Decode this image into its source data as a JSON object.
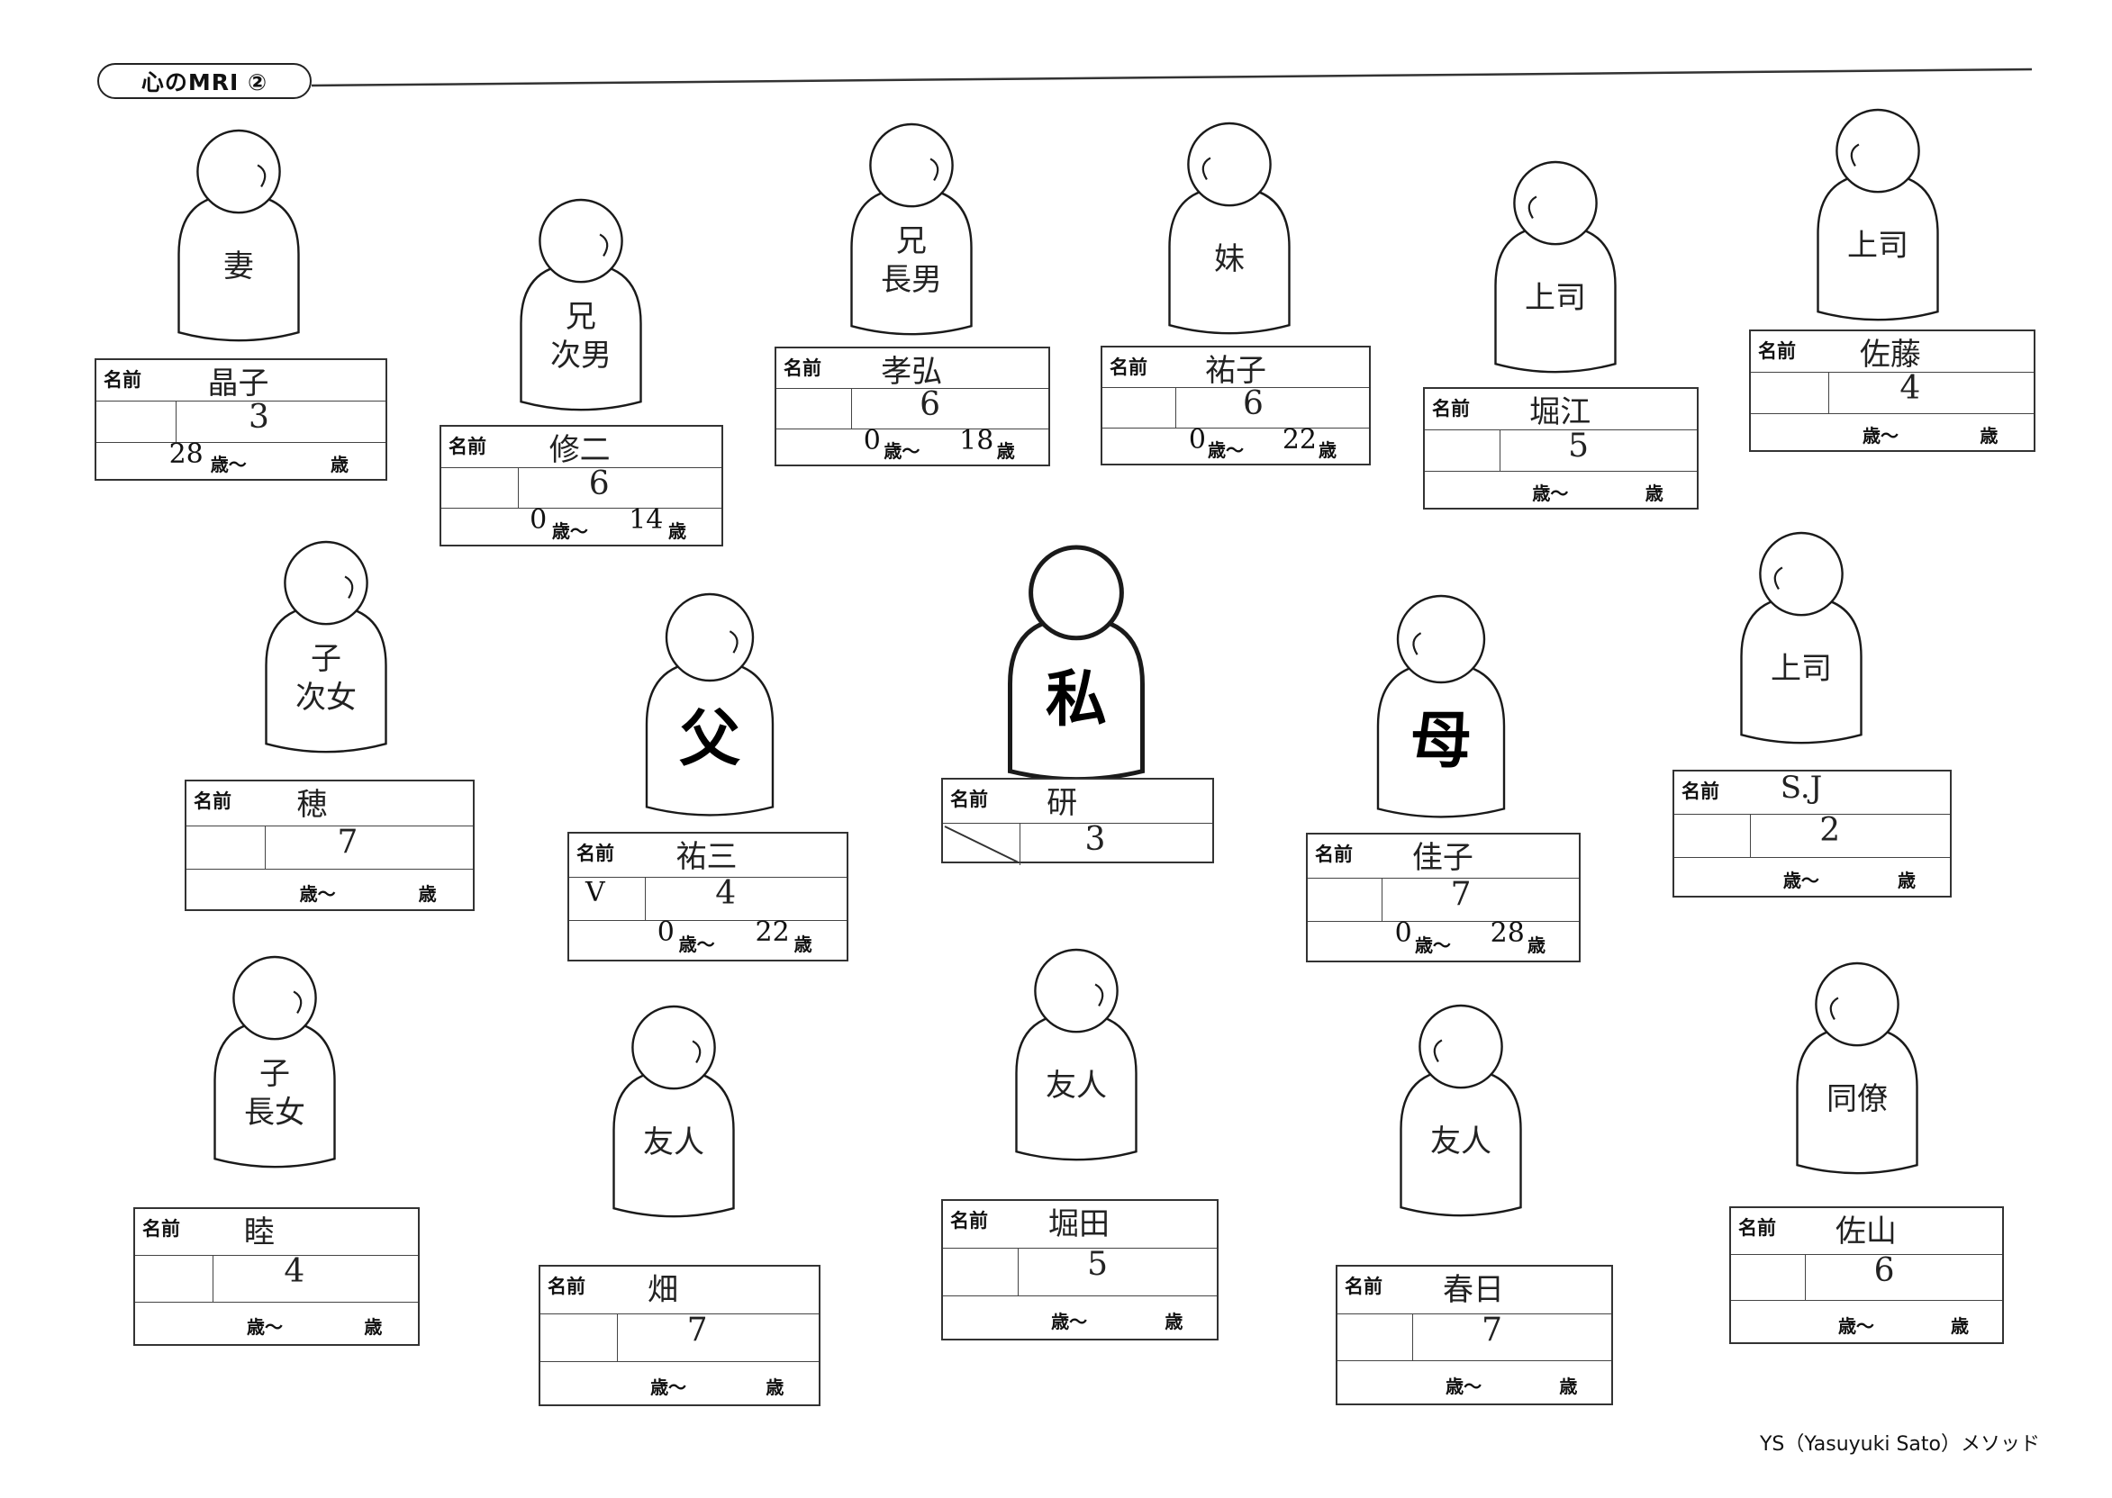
{
  "header": {
    "title": "心のMRI ②"
  },
  "footer": {
    "text": "YS（Yasuyuki Sato）メソッド"
  },
  "labels": {
    "name": "名前",
    "age_unit": "歳",
    "age_tilde": "歳～"
  },
  "figures": [
    {
      "id": "r1c1",
      "role": "妻",
      "name": "晶子",
      "score": "3",
      "age_start": "28",
      "age_end": ""
    },
    {
      "id": "r1c2",
      "role": "兄\n次男",
      "name": "修二",
      "score": "6",
      "age_start": "0",
      "age_end": "14"
    },
    {
      "id": "r1c3",
      "role": "兄\n長男",
      "name": "孝弘",
      "score": "6",
      "age_start": "0",
      "age_end": "18"
    },
    {
      "id": "r1c4",
      "role": "妹",
      "name": "祐子",
      "score": "6",
      "age_start": "0",
      "age_end": "22"
    },
    {
      "id": "r1c5",
      "role": "上司",
      "name": "堀江",
      "score": "5",
      "age_start": "",
      "age_end": ""
    },
    {
      "id": "r1c6",
      "role": "上司",
      "name": "佐藤",
      "score": "4",
      "age_start": "",
      "age_end": ""
    },
    {
      "id": "r2c1",
      "role": "子\n次女",
      "name": "穂",
      "score": "7",
      "age_start": "",
      "age_end": ""
    },
    {
      "id": "r2c2",
      "role": "父",
      "name": "祐三",
      "score": "4",
      "age_start": "0",
      "age_end": "22",
      "mark": "V"
    },
    {
      "id": "r2c3",
      "role": "私",
      "name": "研",
      "score": "3",
      "age_start": "",
      "age_end": ""
    },
    {
      "id": "r2c4",
      "role": "母",
      "name": "佳子",
      "score": "7",
      "age_start": "0",
      "age_end": "28"
    },
    {
      "id": "r2c5",
      "role": "上司",
      "name": "S.J",
      "score": "2",
      "age_start": "",
      "age_end": ""
    },
    {
      "id": "r3c1",
      "role": "子\n長女",
      "name": "睦",
      "score": "4",
      "age_start": "",
      "age_end": ""
    },
    {
      "id": "r3c2",
      "role": "友人",
      "name": "畑",
      "score": "7",
      "age_start": "",
      "age_end": ""
    },
    {
      "id": "r3c3",
      "role": "友人",
      "name": "堀田",
      "score": "5",
      "age_start": "",
      "age_end": ""
    },
    {
      "id": "r3c4",
      "role": "友人",
      "name": "春日",
      "score": "7",
      "age_start": "",
      "age_end": ""
    },
    {
      "id": "r3c5",
      "role": "同僚",
      "name": "佐山",
      "score": "6",
      "age_start": "",
      "age_end": ""
    }
  ]
}
